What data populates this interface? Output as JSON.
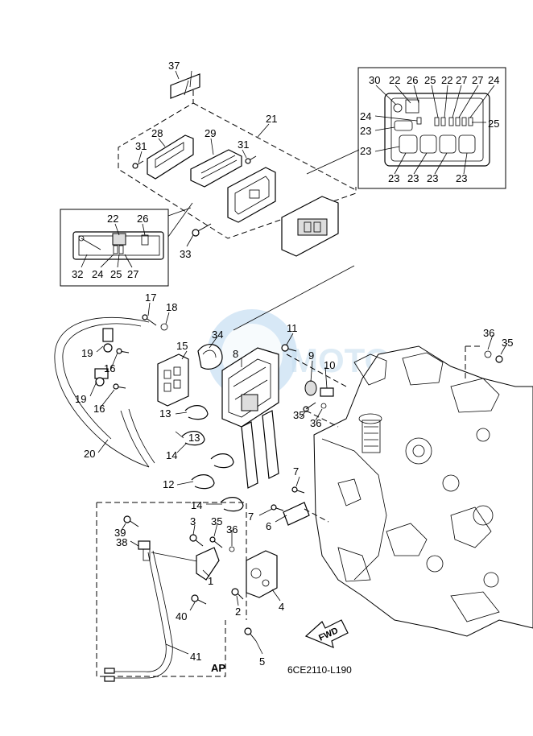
{
  "diagram": {
    "drawing_code": "6CE2110-L190",
    "fwd_label": "FWD",
    "ap_label": "AP",
    "watermark_text": "MOTO",
    "callouts": {
      "c1": "1",
      "c2": "2",
      "c3": "3",
      "c4": "4",
      "c5": "5",
      "c6": "6",
      "c7a": "7",
      "c7b": "7",
      "c8": "8",
      "c9": "9",
      "c10": "10",
      "c11": "11",
      "c12": "12",
      "c13a": "13",
      "c13b": "13",
      "c14a": "14",
      "c14b": "14",
      "c15": "15",
      "c16a": "16",
      "c16b": "16",
      "c17": "17",
      "c18": "18",
      "c19a": "19",
      "c19b": "19",
      "c20": "20",
      "c21": "21",
      "c28": "28",
      "c29": "29",
      "c31a": "31",
      "c31b": "31",
      "c33": "33",
      "c34": "34",
      "c35a": "35",
      "c35b": "35",
      "c35c": "35",
      "c36a": "36",
      "c36b": "36",
      "c36c": "36",
      "c37": "37",
      "c38": "38",
      "c39": "39",
      "c40": "40",
      "c41": "41"
    },
    "inset_left": {
      "top": [
        "22",
        "26"
      ],
      "bottom": [
        "32",
        "24",
        "25",
        "27"
      ]
    },
    "inset_right": {
      "top": [
        "30",
        "22",
        "26",
        "25",
        "22",
        "27",
        "27",
        "24"
      ],
      "left_upper": "24",
      "left_mid": "23",
      "left_low": "23",
      "right_mid": "25",
      "bottom": [
        "23",
        "23",
        "23",
        "23"
      ]
    }
  }
}
